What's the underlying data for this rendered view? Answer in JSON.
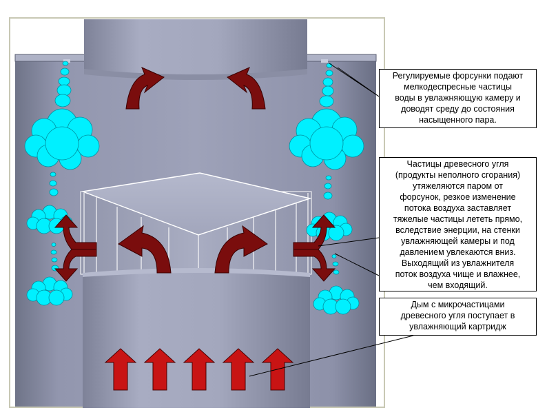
{
  "annotations": {
    "nozzles": "Регулируемые форсунки подают\nмелкодеспресные частицы\nводы в увлажняющую камеру и\nдоводят среду до состояния\nнасыщенного пара.",
    "particles": "Частицы древесного угля\n(продукты неполного сгорания)\nутяжеляются паром от\nфорсунок, резкое изменение\nпотока воздуха заставляет\nтяжелые частицы лететь прямо,\nвследствие энерции, на стенки\nувлажняющей камеры и под\nдавлением увлекаются вниз.\nВыходящий из увлажнителя\nпоток воздуха чище и влажнее,\nчем входящий.",
    "smoke": "Дым с микрочастицами\nдревесного угля поступает в\nувлажняющий картридж"
  },
  "colors": {
    "chamber": "#8c91a8",
    "pipe": "#9ca0b8",
    "arrow_flow": "#7a0d0d",
    "arrow_inlet": "#c81414",
    "vapor": "#00f0ff",
    "frame_border": "#c8c8b4"
  },
  "icons": [
    "steam-cloud-icon",
    "droplet-icon",
    "curved-arrow-icon",
    "up-arrow-icon"
  ]
}
